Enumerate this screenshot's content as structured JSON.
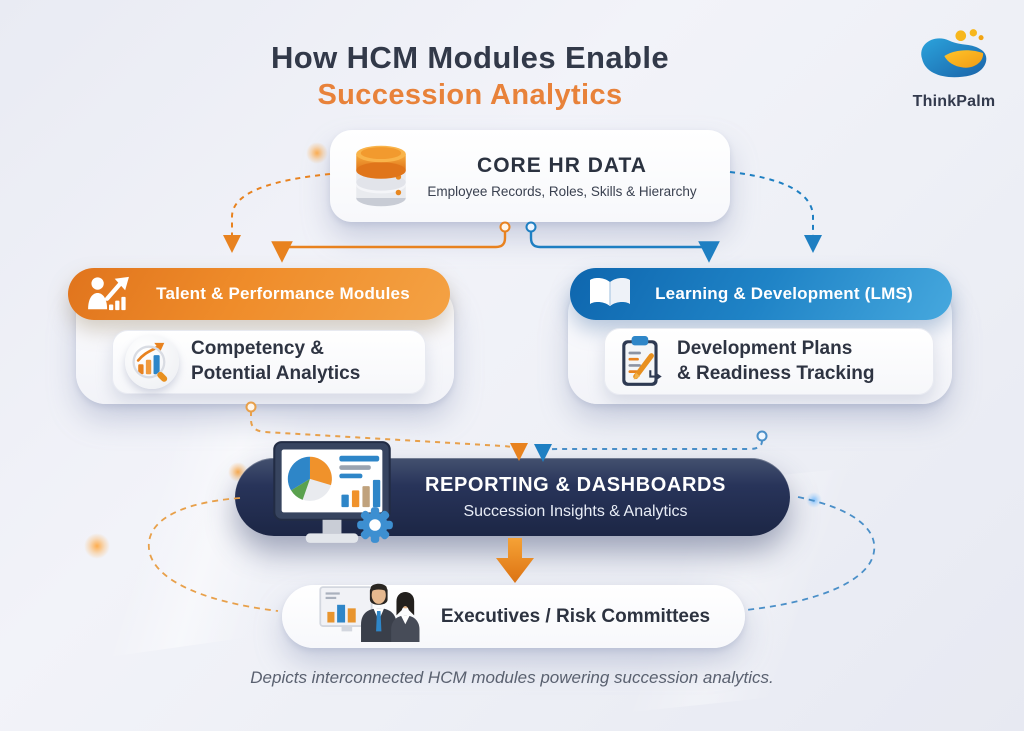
{
  "title": {
    "line1": "How HCM Modules Enable",
    "line2": "Succession Analytics"
  },
  "logo": {
    "brand": "ThinkPalm"
  },
  "nodes": {
    "core_hr": {
      "title": "CORE HR DATA",
      "subtitle": "Employee Records, Roles, Skills & Hierarchy",
      "icon": "database-icon"
    },
    "talent": {
      "title": "Talent & Performance Modules",
      "icon": "person-growth-icon",
      "sub": {
        "line1": "Competency &",
        "line2": "Potential Analytics",
        "icon": "magnifier-chart-icon"
      }
    },
    "lms": {
      "title": "Learning & Development (LMS)",
      "icon": "open-book-icon",
      "sub": {
        "line1": "Development Plans",
        "line2": "& Readiness Tracking",
        "icon": "clipboard-plan-icon"
      }
    },
    "reporting": {
      "title": "REPORTING & DASHBOARDS",
      "subtitle": "Succession Insights & Analytics",
      "icon": "dashboard-monitor-icon"
    },
    "executives": {
      "title": "Executives / Risk Committees",
      "icon": "executives-icon"
    }
  },
  "caption": "Depicts interconnected HCM modules powering succession analytics.",
  "colors": {
    "orange": "#E8821F",
    "orange_light": "#F4A244",
    "blue": "#1E7FC2",
    "blue_light": "#46A8DE",
    "navy": "#1F2B4B",
    "title_dark": "#323949",
    "title_orange": "#E8823A",
    "caption_gray": "#5A6170",
    "card_white": "#FDFDFF"
  }
}
